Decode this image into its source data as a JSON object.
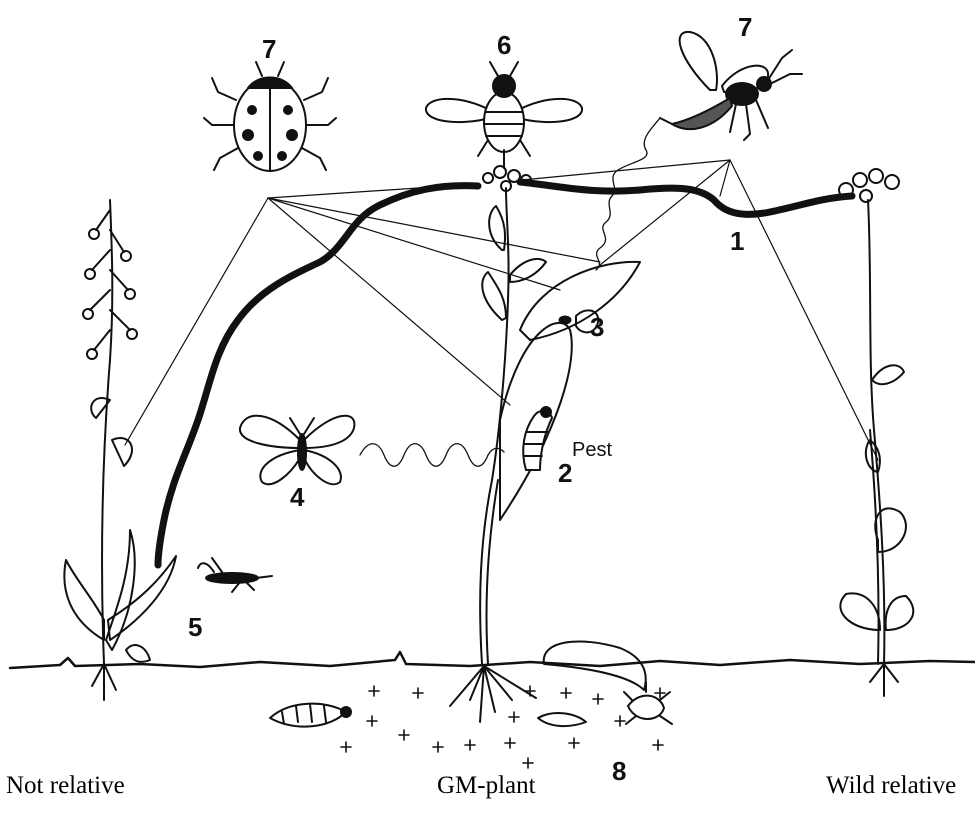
{
  "numbers": {
    "n1": "1",
    "n2": "2",
    "n3": "3",
    "n4": "4",
    "n5": "5",
    "n6": "6",
    "n7_left": "7",
    "n7_right": "7",
    "n8": "8"
  },
  "labels": {
    "pest": "Pest"
  },
  "captions": {
    "left": "Not relative",
    "middle": "GM-plant",
    "right": "Wild relative"
  }
}
